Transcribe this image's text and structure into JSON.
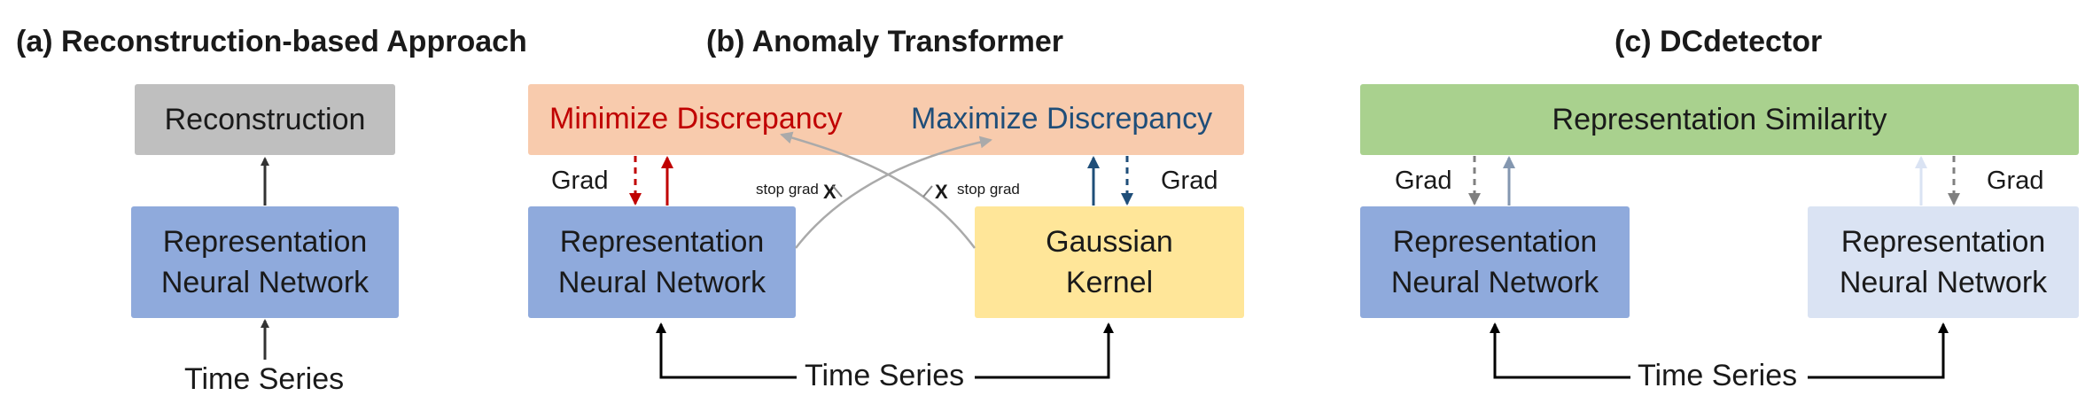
{
  "panels": {
    "a": {
      "title": "(a) Reconstruction-based Approach",
      "top_box": "Reconstruction",
      "net_line1": "Representation",
      "net_line2": "Neural Network",
      "input": "Time Series"
    },
    "b": {
      "title": "(b) Anomaly Transformer",
      "minimize": "Minimize Discrepancy",
      "maximize": "Maximize Discrepancy",
      "grad_left": "Grad",
      "grad_right": "Grad",
      "stop_grad_left": "stop grad",
      "stop_grad_right": "stop grad",
      "x_mark_left": "X",
      "x_mark_right": "X",
      "net_line1": "Representation",
      "net_line2": "Neural Network",
      "kernel_line1": "Gaussian",
      "kernel_line2": "Kernel",
      "input": "Time Series"
    },
    "c": {
      "title": "(c) DCdetector",
      "top_box": "Representation Similarity",
      "grad_left": "Grad",
      "grad_right": "Grad",
      "net1_line1": "Representation",
      "net1_line2": "Neural Network",
      "net2_line1": "Representation",
      "net2_line2": "Neural Network",
      "input": "Time Series"
    }
  },
  "colors": {
    "gray_box": "#bfbfbf",
    "blue_box": "#8faadc",
    "light_blue_box": "#dae3f3",
    "yellow_box": "#ffe699",
    "orange_box": "#f8cbad",
    "green_box": "#a9d18e",
    "red_text": "#c00000",
    "blue_text": "#1f4e79"
  }
}
